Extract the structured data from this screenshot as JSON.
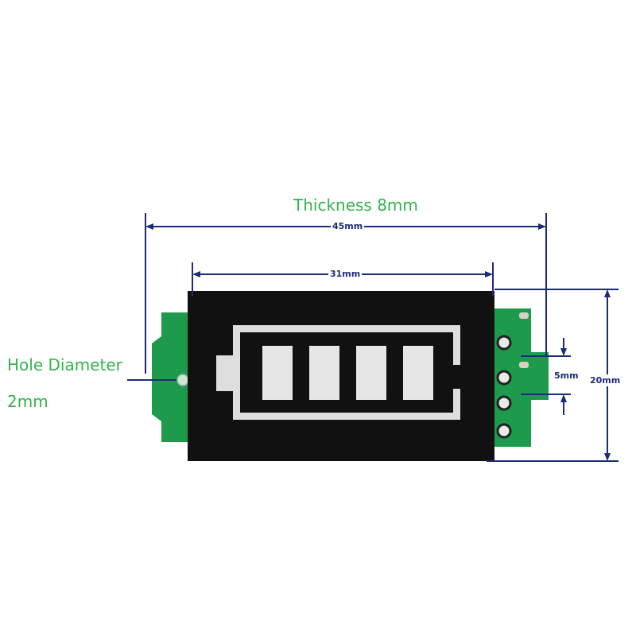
{
  "annotations": {
    "thickness": "Thickness 8mm",
    "width_overall": "45mm",
    "width_display": "31mm",
    "pin_pitch": "5mm",
    "height": "20mm",
    "hole_diameter_line1": "Hole Diameter",
    "hole_diameter_line2": "2mm"
  },
  "display": {
    "segments_lit": 4,
    "segments_total": 4
  },
  "colors": {
    "green_text": "#35b34a",
    "dimension_lines": "#1d2a78",
    "pcb": "#1e9a4c",
    "display_body": "#111111",
    "segment": "#e6e6e6"
  }
}
